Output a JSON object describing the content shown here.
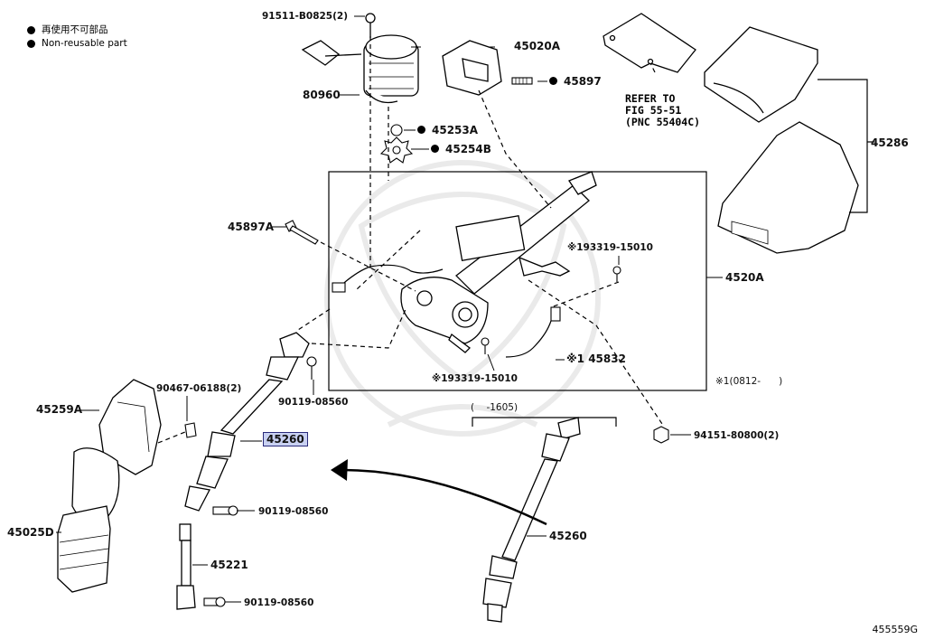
{
  "legend": {
    "item_ja": "再使用不可部品",
    "item_en": "Non-reusable part"
  },
  "parts": {
    "p91511": "91511-B0825(2)",
    "p80960": "80960",
    "p45020A": "45020A",
    "p45897": "45897",
    "p45253A": "45253A",
    "p45254B": "45254B",
    "p45286": "45286",
    "p45897A": "45897A",
    "p193319_top": "※193319-15010",
    "p4520A": "4520A",
    "p45832": "※1 45832",
    "p193319_bot": "※193319-15010",
    "p90467": "90467-06188(2)",
    "p90119_a": "90119-08560",
    "p45259A": "45259A",
    "p45260_hl": "45260",
    "p90119_b": "90119-08560",
    "p45025D": "45025D",
    "p45221": "45221",
    "p90119_c": "90119-08560",
    "p94151": "94151-80800(2)",
    "p45260_b": "45260"
  },
  "notes": {
    "refer_1": "REFER TO",
    "refer_2": "FIG 55-51",
    "refer_3": "(PNC 55404C)",
    "date_range_1": "※1(0812-      )",
    "date_range_2": "(    -1605)"
  },
  "figure_id": "455559G"
}
